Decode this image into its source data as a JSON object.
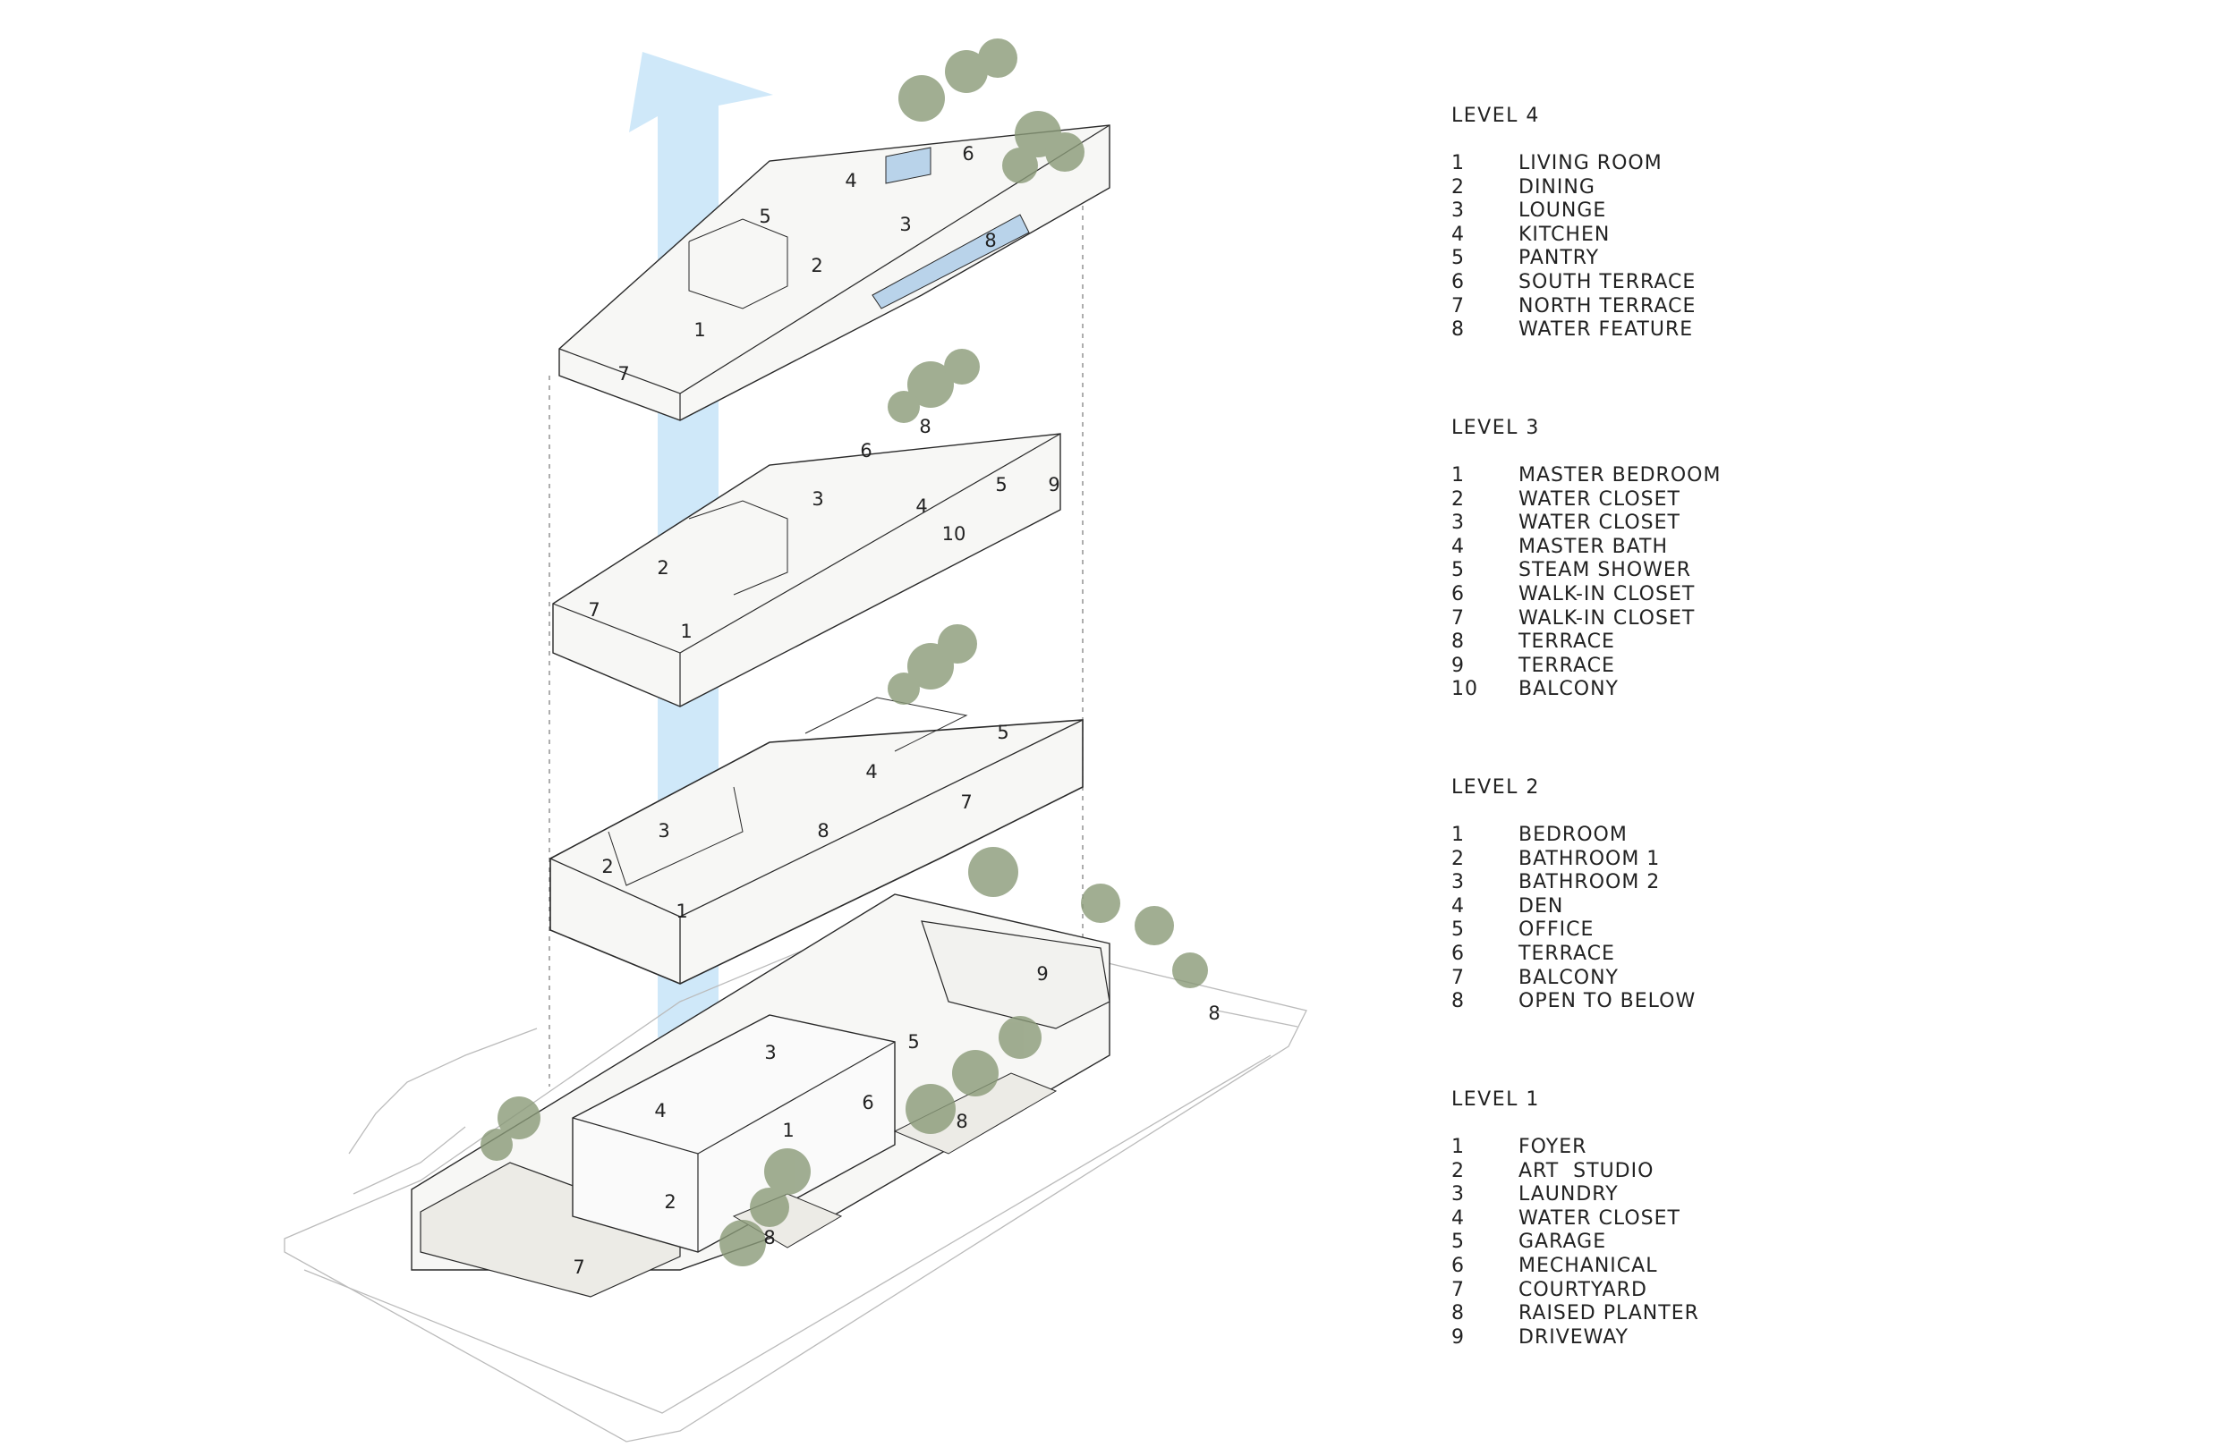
{
  "levels": [
    {
      "title": "LEVEL 4",
      "rooms": [
        {
          "num": "1",
          "name": "LIVING ROOM"
        },
        {
          "num": "2",
          "name": "DINING"
        },
        {
          "num": "3",
          "name": "LOUNGE"
        },
        {
          "num": "4",
          "name": "KITCHEN"
        },
        {
          "num": "5",
          "name": "PANTRY"
        },
        {
          "num": "6",
          "name": "SOUTH TERRACE"
        },
        {
          "num": "7",
          "name": "NORTH TERRACE"
        },
        {
          "num": "8",
          "name": "WATER FEATURE"
        }
      ]
    },
    {
      "title": "LEVEL 3",
      "rooms": [
        {
          "num": "1",
          "name": "MASTER BEDROOM"
        },
        {
          "num": "2",
          "name": "WATER CLOSET"
        },
        {
          "num": "3",
          "name": "WATER CLOSET"
        },
        {
          "num": "4",
          "name": "MASTER BATH"
        },
        {
          "num": "5",
          "name": "STEAM SHOWER"
        },
        {
          "num": "6",
          "name": "WALK-IN CLOSET"
        },
        {
          "num": "7",
          "name": "WALK-IN CLOSET"
        },
        {
          "num": "8",
          "name": "TERRACE"
        },
        {
          "num": "9",
          "name": "TERRACE"
        },
        {
          "num": "10",
          "name": "BALCONY"
        }
      ]
    },
    {
      "title": "LEVEL 2",
      "rooms": [
        {
          "num": "1",
          "name": "BEDROOM"
        },
        {
          "num": "2",
          "name": "BATHROOM 1"
        },
        {
          "num": "3",
          "name": "BATHROOM 2"
        },
        {
          "num": "4",
          "name": "DEN"
        },
        {
          "num": "5",
          "name": "OFFICE"
        },
        {
          "num": "6",
          "name": "TERRACE"
        },
        {
          "num": "7",
          "name": "BALCONY"
        },
        {
          "num": "8",
          "name": "OPEN TO BELOW"
        }
      ]
    },
    {
      "title": "LEVEL 1",
      "rooms": [
        {
          "num": "1",
          "name": "FOYER"
        },
        {
          "num": "2",
          "name": "ART  STUDIO"
        },
        {
          "num": "3",
          "name": "LAUNDRY"
        },
        {
          "num": "4",
          "name": "WATER CLOSET"
        },
        {
          "num": "5",
          "name": "GARAGE"
        },
        {
          "num": "6",
          "name": "MECHANICAL"
        },
        {
          "num": "7",
          "name": "COURTYARD"
        },
        {
          "num": "8",
          "name": "RAISED PLANTER"
        },
        {
          "num": "9",
          "name": "DRIVEWAY"
        }
      ]
    }
  ],
  "floor_labels": {
    "level4": [
      "1",
      "2",
      "3",
      "4",
      "5",
      "6",
      "7",
      "8"
    ],
    "level3": [
      "1",
      "2",
      "3",
      "4",
      "5",
      "6",
      "7",
      "8",
      "9",
      "10"
    ],
    "level2": [
      "1",
      "2",
      "3",
      "4",
      "5",
      "7",
      "8"
    ],
    "level1": [
      "1",
      "2",
      "3",
      "4",
      "5",
      "6",
      "7",
      "8",
      "8",
      "9",
      "8"
    ]
  },
  "colors": {
    "arrow": "#bfe0f7",
    "line": "#2a2a2a",
    "floor": "#f4f4f2",
    "vegetation": "#8a9a78",
    "water": "#b9d3ea"
  }
}
